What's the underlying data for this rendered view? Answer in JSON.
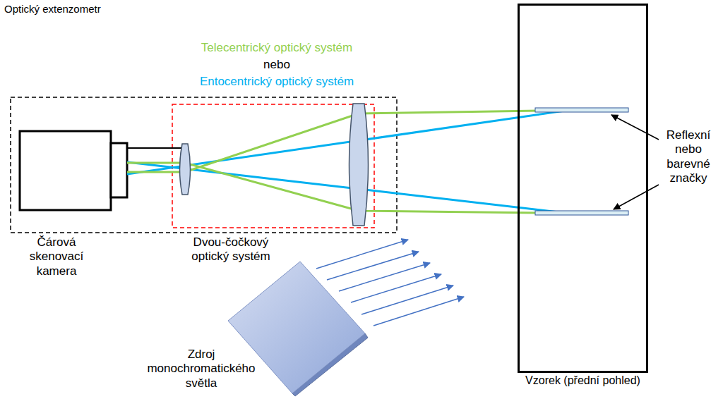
{
  "diagram": {
    "title": "Optický extenzometr",
    "nodes": [
      {
        "text": [
          "Vzorek (přední pohled)"
        ]
      }
    ],
    "labels": [
      "Telecentrický optický systém",
      "nebo",
      "Entocentrický optický systém",
      "Čárová skenovací kamera",
      "Dvou-čočkový optický systém",
      "Zdroj monochromatického světla",
      "Reflexní nebo barevné značky"
    ]
  }
}
